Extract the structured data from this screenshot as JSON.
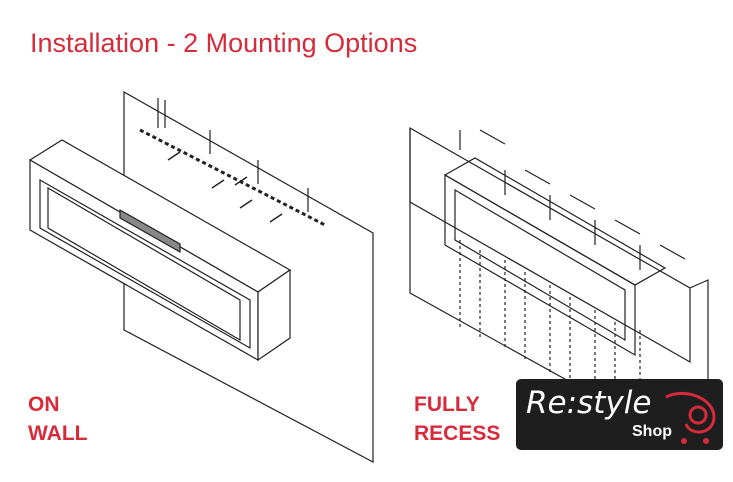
{
  "title": "Installation - 2 Mounting Options",
  "options": [
    {
      "line1": "ON",
      "line2": "WALL"
    },
    {
      "line1": "FULLY",
      "line2": "RECESS"
    }
  ],
  "logo": {
    "main": "Re:style",
    "sub": "Shop"
  },
  "colors": {
    "accent": "#d52b3a",
    "logo_bg": "#1e1e1e"
  }
}
